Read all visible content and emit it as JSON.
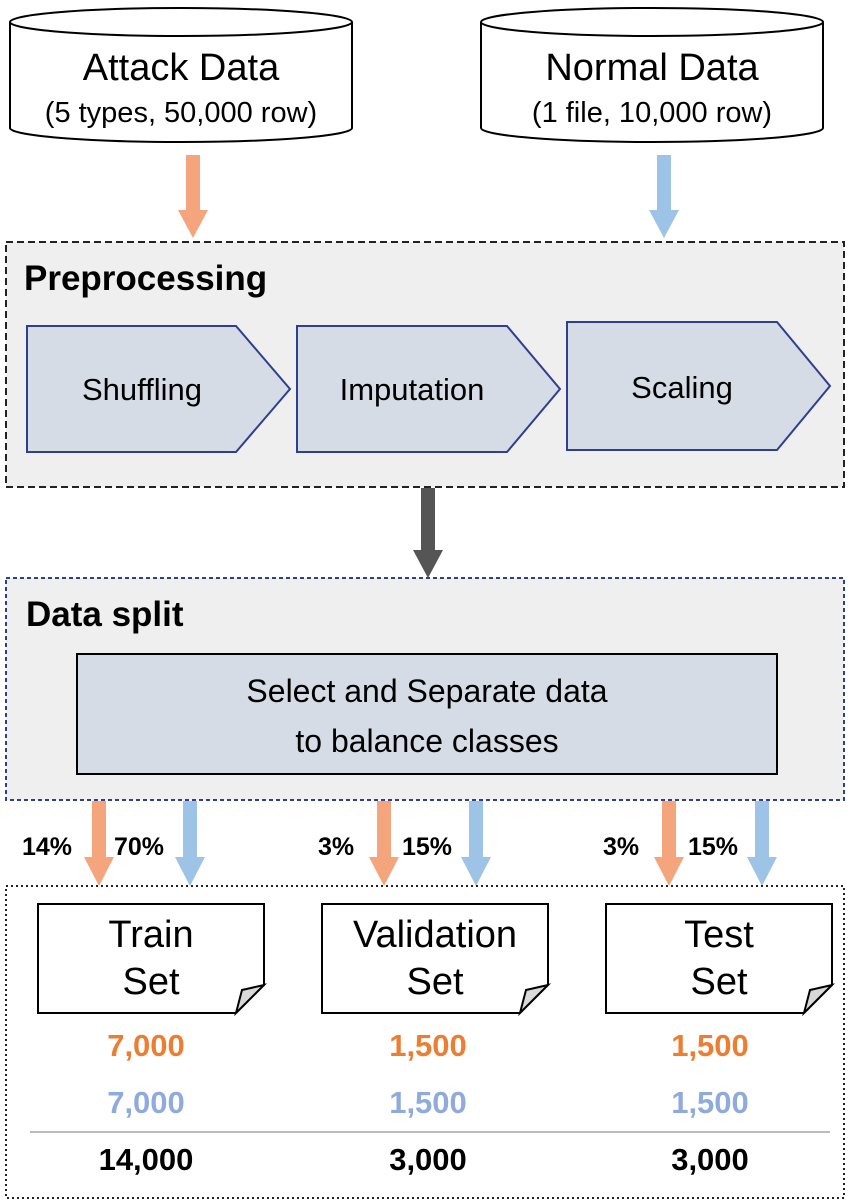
{
  "sources": {
    "attack": {
      "title": "Attack Data",
      "subtitle": "(5 types, 50,000 row)"
    },
    "normal": {
      "title": "Normal Data",
      "subtitle": "(1 file, 10,000 row)"
    }
  },
  "preprocessing": {
    "title": "Preprocessing",
    "steps": [
      "Shuffling",
      "Imputation",
      "Scaling"
    ]
  },
  "data_split": {
    "title": "Data split",
    "box_line1": "Select and Separate data",
    "box_line2": "to balance classes"
  },
  "splits": [
    {
      "attack_pct": "14%",
      "normal_pct": "70%",
      "name_line1": "Train",
      "name_line2": "Set",
      "attack_count": "7,000",
      "normal_count": "7,000",
      "total": "14,000"
    },
    {
      "attack_pct": "3%",
      "normal_pct": "15%",
      "name_line1": "Validation",
      "name_line2": "Set",
      "attack_count": "1,500",
      "normal_count": "1,500",
      "total": "3,000"
    },
    {
      "attack_pct": "3%",
      "normal_pct": "15%",
      "name_line1": "Test",
      "name_line2": "Set",
      "attack_count": "1,500",
      "normal_count": "1,500",
      "total": "3,000"
    }
  ],
  "colors": {
    "attack": "#F4A57B",
    "normal": "#9DC3E6",
    "attack_text": "#ED7D31",
    "normal_text": "#8FAADC",
    "panel_fill": "#EFEFEF",
    "step_fill": "#D6DCE5",
    "step_stroke": "#2F3F8F",
    "split_border": "#2F3F8F",
    "dark_arrow": "#555555"
  }
}
